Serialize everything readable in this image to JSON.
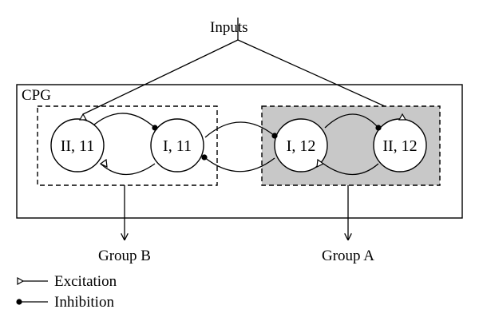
{
  "inputs_label": "Inputs",
  "cpg_label": "CPG",
  "nodes": {
    "ii11": "II, 11",
    "i11": "I, 11",
    "i12": "I, 12",
    "ii12": "II, 12"
  },
  "outputs": {
    "group_b": "Group B",
    "group_a": "Group A"
  },
  "legend": {
    "excitation": "Excitation",
    "inhibition": "Inhibition"
  },
  "colors": {
    "stroke": "#000000",
    "group_a_fill": "#c8c8c8",
    "node_fill": "#ffffff"
  }
}
